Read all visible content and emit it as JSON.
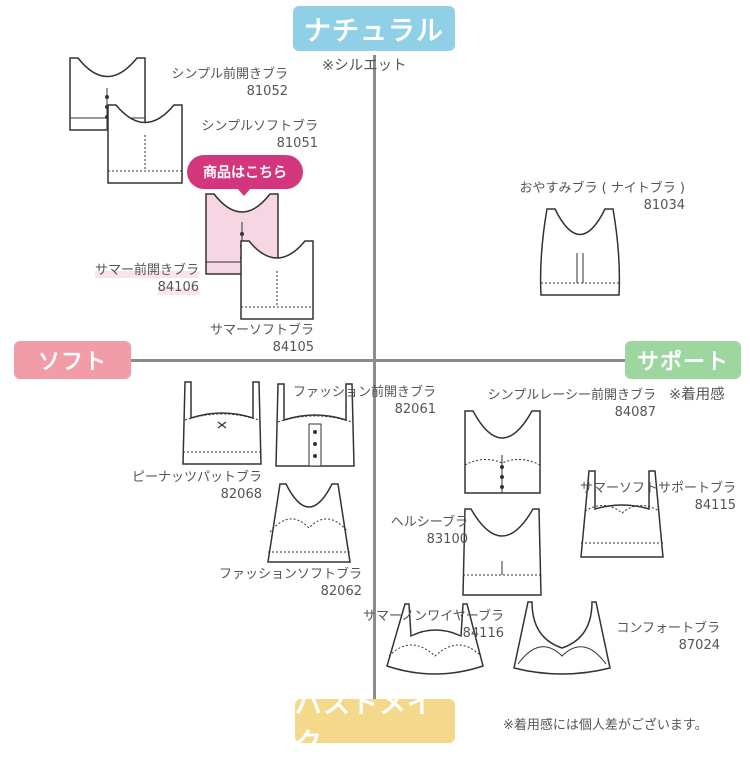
{
  "axes": {
    "top": "ナチュラル",
    "top_note": "※シルエット",
    "left": "ソフト",
    "right": "サポート",
    "right_note": "※着用感",
    "bottom": "バストメイク"
  },
  "badge": "商品はこちら",
  "footnote": "※着用感には個人差がございます。",
  "products": [
    {
      "name": "シンプル前開きブラ",
      "code": "81052",
      "icon": "front-open-tank-bra-icon"
    },
    {
      "name": "シンプルソフトブラ",
      "code": "81051",
      "icon": "tank-bra-icon"
    },
    {
      "name": "サマー前開きブラ",
      "code": "84106",
      "icon": "front-open-tank-bra-icon",
      "highlight": true
    },
    {
      "name": "サマーソフトブラ",
      "code": "84105",
      "icon": "tank-bra-icon"
    },
    {
      "name": "おやすみブラ ( ナイトブラ )",
      "code": "81034",
      "icon": "night-bra-icon"
    },
    {
      "name": "ファッション前開きブラ",
      "code": "82061",
      "icon": "front-open-bra-icon"
    },
    {
      "name": "シンプルレーシー前開きブラ",
      "code": "84087",
      "icon": "lacy-front-open-bra-icon"
    },
    {
      "name": "ピーナッツパットブラ",
      "code": "82068",
      "icon": "padded-bra-icon"
    },
    {
      "name": "サマーソフトサポートブラ",
      "code": "84115",
      "icon": "support-bra-icon"
    },
    {
      "name": "ファッションソフトブラ",
      "code": "82062",
      "icon": "soft-bra-icon"
    },
    {
      "name": "ヘルシーブラ",
      "code": "83100",
      "icon": "healthy-bra-icon"
    },
    {
      "name": "サマーノンワイヤーブラ",
      "code": "84116",
      "icon": "non-wire-bra-icon"
    },
    {
      "name": "コンフォートブラ",
      "code": "87024",
      "icon": "comfort-bra-icon"
    }
  ],
  "colors": {
    "natural": "#8fd0e6",
    "soft": "#f19ca7",
    "support": "#9ed6a0",
    "bust_make": "#f5d98a",
    "badge": "#d4367d",
    "highlight_fill": "#f6d6e3"
  }
}
